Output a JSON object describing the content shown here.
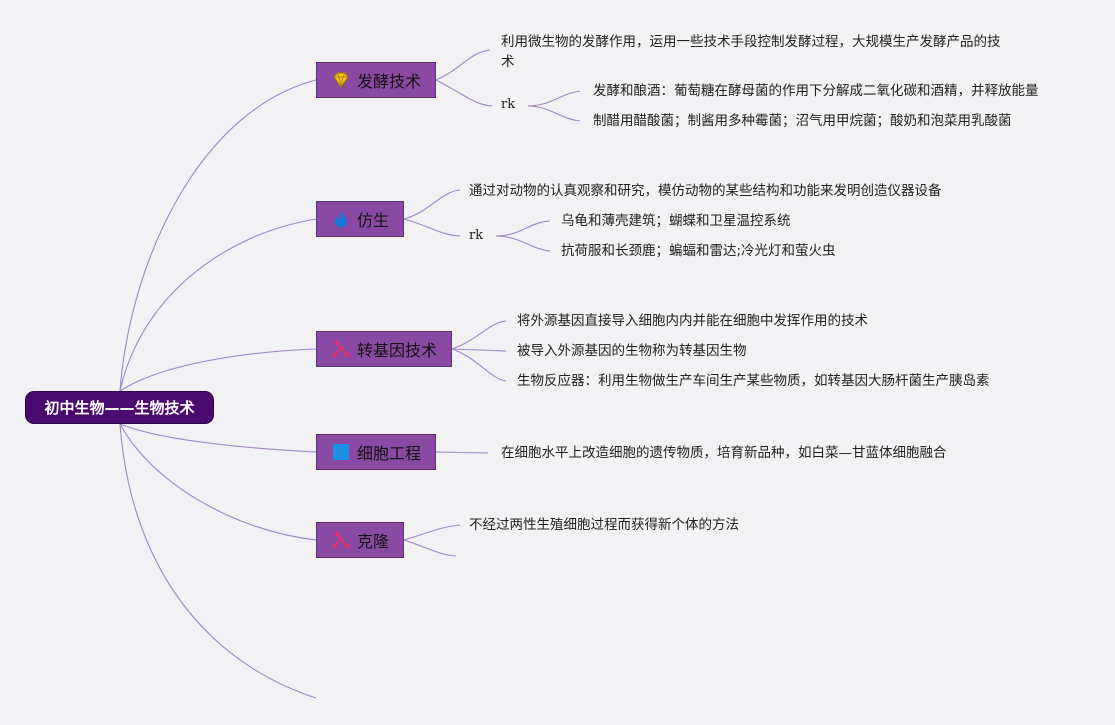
{
  "root": {
    "label": "初中生物——生物技术"
  },
  "topics": [
    {
      "label": "发酵技术",
      "icon": "diamond-icon",
      "items": [
        "利用微生物的发酵作用，运用一些技术手段控制发酵过程，大规模生产发酵产品的技术"
      ],
      "sub_label": "rk",
      "sub_items": [
        "发酵和酿酒：葡萄糖在酵母菌的作用下分解成二氧化碳和酒精，并释放能量",
        "制醋用醋酸菌；制酱用多种霉菌；沼气用甲烷菌；酸奶和泡菜用乳酸菌"
      ]
    },
    {
      "label": "仿生",
      "icon": "flame-icon",
      "items": [
        "通过对动物的认真观察和研究，模仿动物的某些结构和功能来发明创造仪器设备"
      ],
      "sub_label": "rk",
      "sub_items": [
        "乌龟和薄壳建筑；蝴蝶和卫星温控系统",
        "抗荷服和长颈鹿；蝙蝠和雷达;冷光灯和萤火虫"
      ]
    },
    {
      "label": "转基因技术",
      "icon": "network-icon",
      "items": [
        "将外源基因直接导入细胞内内并能在细胞中发挥作用的技术",
        "被导入外源基因的生物称为转基因生物",
        "生物反应器：利用生物做生产车间生产某些物质，如转基因大肠杆菌生产胰岛素"
      ]
    },
    {
      "label": "细胞工程",
      "icon": "square-icon",
      "items": [
        "在细胞水平上改造细胞的遗传物质，培育新品种，如白菜—甘蓝体细胞融合"
      ]
    },
    {
      "label": "克隆",
      "icon": "network-icon",
      "items": [
        "不经过两性生殖细胞过程而获得新个体的方法"
      ]
    }
  ]
}
